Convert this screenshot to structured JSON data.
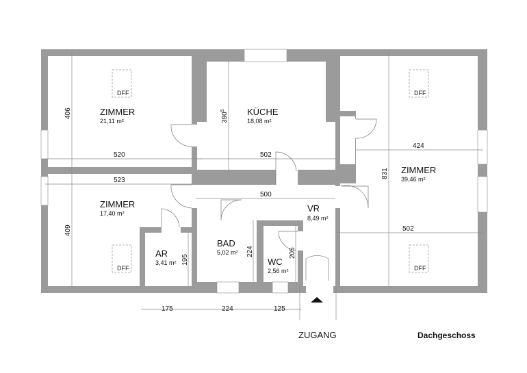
{
  "rooms": {
    "zimmer1": {
      "name": "ZIMMER",
      "area": "21,11 m²"
    },
    "kueche": {
      "name": "KÜCHE",
      "area": "18,08 m²"
    },
    "zimmer2": {
      "name": "ZIMMER",
      "area": "17,40 m²"
    },
    "zimmer3": {
      "name": "ZIMMER",
      "area": "39,46 m²"
    },
    "vr": {
      "name": "VR",
      "area": "8,49 m²"
    },
    "ar": {
      "name": "AR",
      "area": "3,41 m²"
    },
    "bad": {
      "name": "BAD",
      "area": "5,02 m²"
    },
    "wc": {
      "name": "WC",
      "area": "2,56 m²"
    }
  },
  "skylight_label": "DFF",
  "dimensions": {
    "d406": "406",
    "d3905": "390",
    "d3905_sup": "5",
    "d520": "520",
    "d502a": "502",
    "d523": "523",
    "d500": "500",
    "d409": "409",
    "d424": "424",
    "d831": "831",
    "d502b": "502",
    "d195": "195",
    "d224v": "224",
    "d205": "205",
    "d175": "175",
    "d224h": "224",
    "d125": "125"
  },
  "entrance_label": "ZUGANG",
  "floor_label": "Dachgeschoss"
}
